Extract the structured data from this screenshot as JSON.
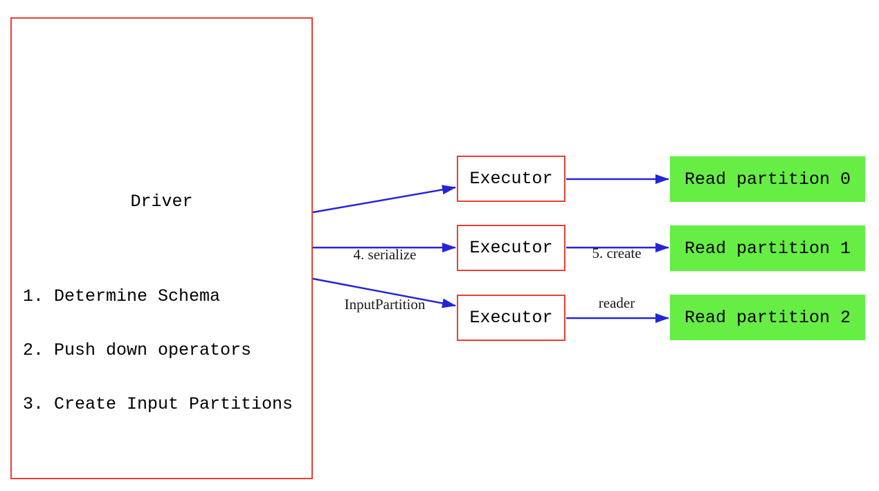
{
  "driver": {
    "title": "Driver",
    "steps": [
      "1. Determine Schema",
      "2. Push down operators",
      "3. Create Input Partitions"
    ]
  },
  "executors": [
    {
      "label": "Executor"
    },
    {
      "label": "Executor"
    },
    {
      "label": "Executor"
    }
  ],
  "read_partitions": [
    {
      "label": "Read partition 0"
    },
    {
      "label": "Read partition 1"
    },
    {
      "label": "Read partition 2"
    }
  ],
  "arrow_labels": {
    "serialize": {
      "line1": "4. serialize",
      "line2": "InputPartition"
    },
    "create_reader": {
      "line1": "5. create",
      "line2": "reader"
    }
  },
  "colors": {
    "box_border_red": "#e93e32",
    "partition_green": "#66ee44",
    "arrow_blue": "#2424d9",
    "text_black": "#000000"
  }
}
